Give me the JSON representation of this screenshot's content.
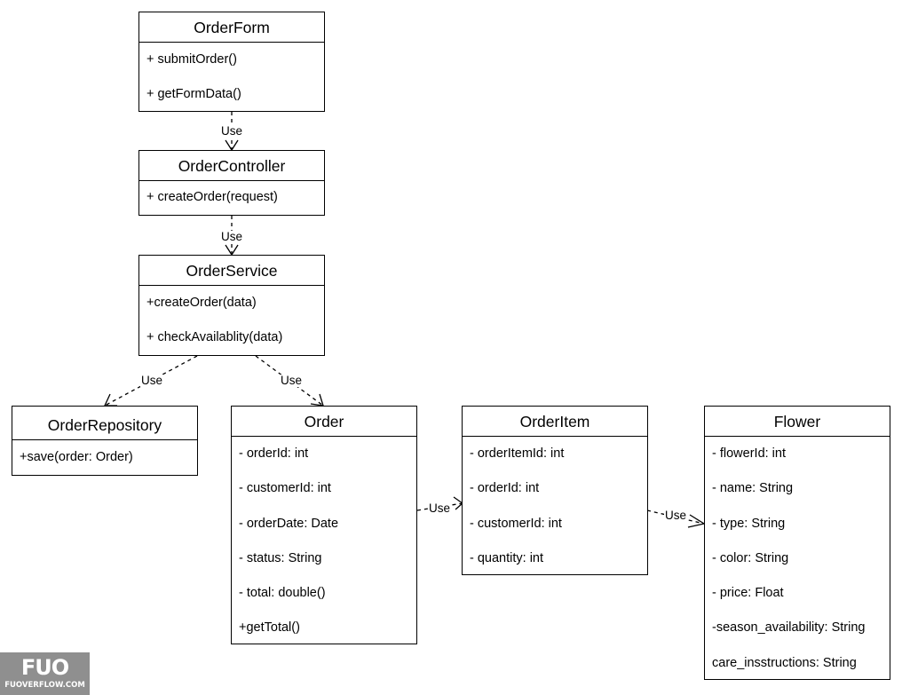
{
  "classes": {
    "order_form": {
      "name": "OrderForm",
      "members": [
        "+ submitOrder()",
        "+ getFormData()"
      ]
    },
    "order_controller": {
      "name": "OrderController",
      "members": [
        "+ createOrder(request)"
      ]
    },
    "order_service": {
      "name": "OrderService",
      "members": [
        "+createOrder(data)",
        "+ checkAvailablity(data)"
      ]
    },
    "order_repository": {
      "name": "OrderRepository",
      "members": [
        "+save(order: Order)"
      ]
    },
    "order": {
      "name": "Order",
      "members": [
        "- orderId: int",
        "- customerId: int",
        "- orderDate: Date",
        "- status: String",
        "- total: double()",
        "+getTotal()"
      ]
    },
    "order_item": {
      "name": "OrderItem",
      "members": [
        "- orderItemId: int",
        "- orderId: int",
        "- customerId: int",
        "- quantity: int"
      ]
    },
    "flower": {
      "name": "Flower",
      "members": [
        "- flowerId: int",
        "- name: String",
        "- type: String",
        "- color: String",
        "- price: Float",
        "-season_availability: String",
        "care_insstructions: String"
      ]
    }
  },
  "relations": {
    "form_to_controller": "Use",
    "controller_to_service": "Use",
    "service_to_repository": "Use",
    "service_to_order": "Use",
    "order_to_item": "Use",
    "item_to_flower": "Use"
  },
  "watermark": {
    "mark": "FUO",
    "text": "FUOVERFLOW.COM"
  }
}
